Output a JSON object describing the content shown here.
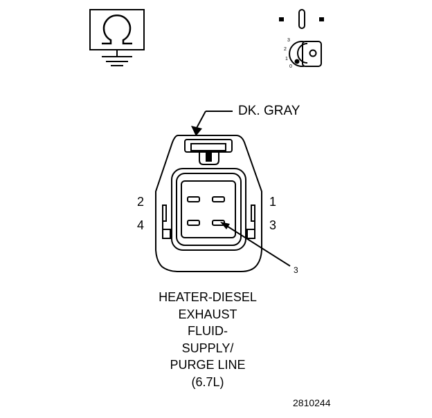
{
  "diagram": {
    "wire_color_label": "DK. GRAY",
    "pins": {
      "p1": "1",
      "p2": "2",
      "p3": "3",
      "p4": "4"
    },
    "callout_number": "3",
    "title_lines": [
      "HEATER-DIESEL",
      "EXHAUST",
      "FLUID-",
      "SUPPLY/",
      "PURGE LINE",
      "(6.7L)"
    ],
    "figure_id": "2810244"
  },
  "ignition_symbol": {
    "positions": [
      "3",
      "2",
      "1",
      "0"
    ]
  },
  "icons": {
    "resistance": "omega-resistance-icon",
    "ground": "ground-symbol-icon",
    "ignition": "ignition-key-icon"
  }
}
